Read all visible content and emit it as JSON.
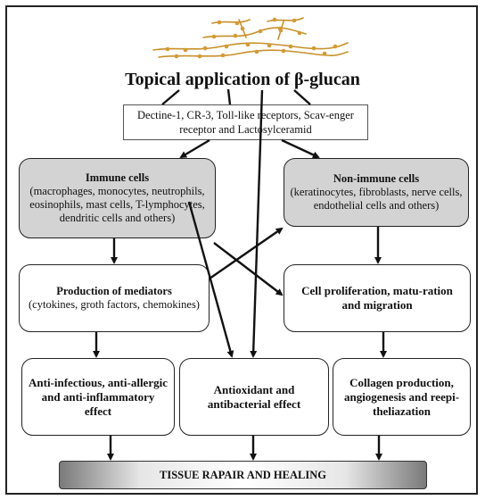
{
  "title": "Topical application of β-glucan",
  "receptors": "Dectine-1, CR-3, Toll-like receptors, Scav-enger receptor and Lactosylceramid",
  "immune_cells": {
    "heading": "Immune cells",
    "detail": "(macrophages, monocytes, neutrophils, eosinophils, mast cells, T-lymphocytes, dendritic cells and others)"
  },
  "non_immune_cells": {
    "heading": "Non-immune cells",
    "detail": "(keratinocytes, fibroblasts, nerve cells, endothelial cells and others)"
  },
  "mediators": {
    "heading": "Production of mediators",
    "detail": "(cytokines, groth factors, chemokines)"
  },
  "proliferation": "Cell proliferation, matu-ration and migration",
  "anti_infectious": "Anti-infectious, anti-allergic and anti-inflammatory effect",
  "antioxidant": "Antioxidant and antibacterial effect",
  "collagen": "Collagen production, angiogenesis and reepi-theliazation",
  "final": "TISSUE RAPAIR AND HEALING",
  "colors": {
    "grey_box": "#d3d3d3",
    "border": "#222222",
    "glucan": "#c8902a"
  },
  "icons": [
    "beta-glucan-molecule-illustration"
  ]
}
